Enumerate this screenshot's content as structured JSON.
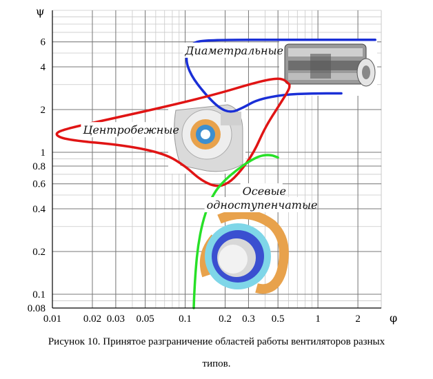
{
  "chart_data": {
    "type": "line",
    "xlabel": "φ",
    "ylabel": "ψ",
    "xscale": "log",
    "yscale": "log",
    "xlim": [
      0.01,
      3
    ],
    "ylim": [
      0.08,
      10
    ],
    "x_ticks": [
      0.01,
      0.02,
      0.03,
      0.05,
      0.1,
      0.2,
      0.3,
      0.5,
      1,
      2
    ],
    "x_tick_labels": [
      "0.01",
      "0.02",
      "0.03",
      "0.05",
      "0.1",
      "0.2",
      "0.3",
      "0.5",
      "1",
      "2"
    ],
    "y_ticks": [
      0.08,
      0.1,
      0.2,
      0.4,
      0.6,
      0.8,
      1,
      2,
      4,
      6
    ],
    "y_tick_labels": [
      "0.08",
      "0.1",
      "0.2",
      "0.4",
      "0.6",
      "0.8",
      "1",
      "2",
      "4",
      "6"
    ],
    "grid": true,
    "series": [
      {
        "name": "Диаметральные",
        "color": "#1a2fd6",
        "points": [
          [
            2.7,
            6.2
          ],
          [
            0.7,
            6.2
          ],
          [
            0.15,
            6.2
          ],
          [
            0.11,
            5.9
          ],
          [
            0.1,
            4.6
          ],
          [
            0.11,
            3.5
          ],
          [
            0.14,
            2.6
          ],
          [
            0.18,
            2.05
          ],
          [
            0.22,
            1.9
          ],
          [
            0.27,
            2.05
          ],
          [
            0.35,
            2.35
          ],
          [
            0.55,
            2.55
          ],
          [
            0.9,
            2.6
          ],
          [
            1.5,
            2.6
          ]
        ]
      },
      {
        "name": "Центробежные",
        "color": "#e01414",
        "points": [
          [
            0.61,
            3.0
          ],
          [
            0.55,
            3.3
          ],
          [
            0.45,
            3.3
          ],
          [
            0.3,
            3.0
          ],
          [
            0.18,
            2.6
          ],
          [
            0.08,
            2.15
          ],
          [
            0.03,
            1.75
          ],
          [
            0.012,
            1.45
          ],
          [
            0.0103,
            1.33
          ],
          [
            0.013,
            1.22
          ],
          [
            0.035,
            1.12
          ],
          [
            0.07,
            0.98
          ],
          [
            0.1,
            0.8
          ],
          [
            0.13,
            0.64
          ],
          [
            0.17,
            0.57
          ],
          [
            0.21,
            0.6
          ],
          [
            0.26,
            0.73
          ],
          [
            0.33,
            1.0
          ],
          [
            0.4,
            1.5
          ],
          [
            0.52,
            2.2
          ],
          [
            0.61,
            2.8
          ],
          [
            0.61,
            3.0
          ]
        ]
      },
      {
        "name": "Осевые одноступенчатые",
        "color": "#27e027",
        "points": [
          [
            0.5,
            0.92
          ],
          [
            0.44,
            0.96
          ],
          [
            0.37,
            0.95
          ],
          [
            0.3,
            0.86
          ],
          [
            0.24,
            0.74
          ],
          [
            0.2,
            0.64
          ],
          [
            0.17,
            0.54
          ],
          [
            0.15,
            0.43
          ],
          [
            0.135,
            0.32
          ],
          [
            0.125,
            0.22
          ],
          [
            0.12,
            0.15
          ],
          [
            0.117,
            0.1
          ],
          [
            0.116,
            0.08
          ]
        ]
      }
    ],
    "annotations": [
      {
        "text": "Диаметральные",
        "x": 0.1,
        "y": 4.9
      },
      {
        "text": "Центробежные",
        "x": 0.017,
        "y": 1.35
      },
      {
        "text": "Осевые",
        "x": 0.27,
        "y": 0.5
      },
      {
        "text": "одноступенчатые",
        "x": 0.145,
        "y": 0.4
      }
    ]
  },
  "caption": {
    "line1": "Рисунок 10. Принятое разграничение областей работы вентиляторов разных",
    "line2": "типов."
  }
}
